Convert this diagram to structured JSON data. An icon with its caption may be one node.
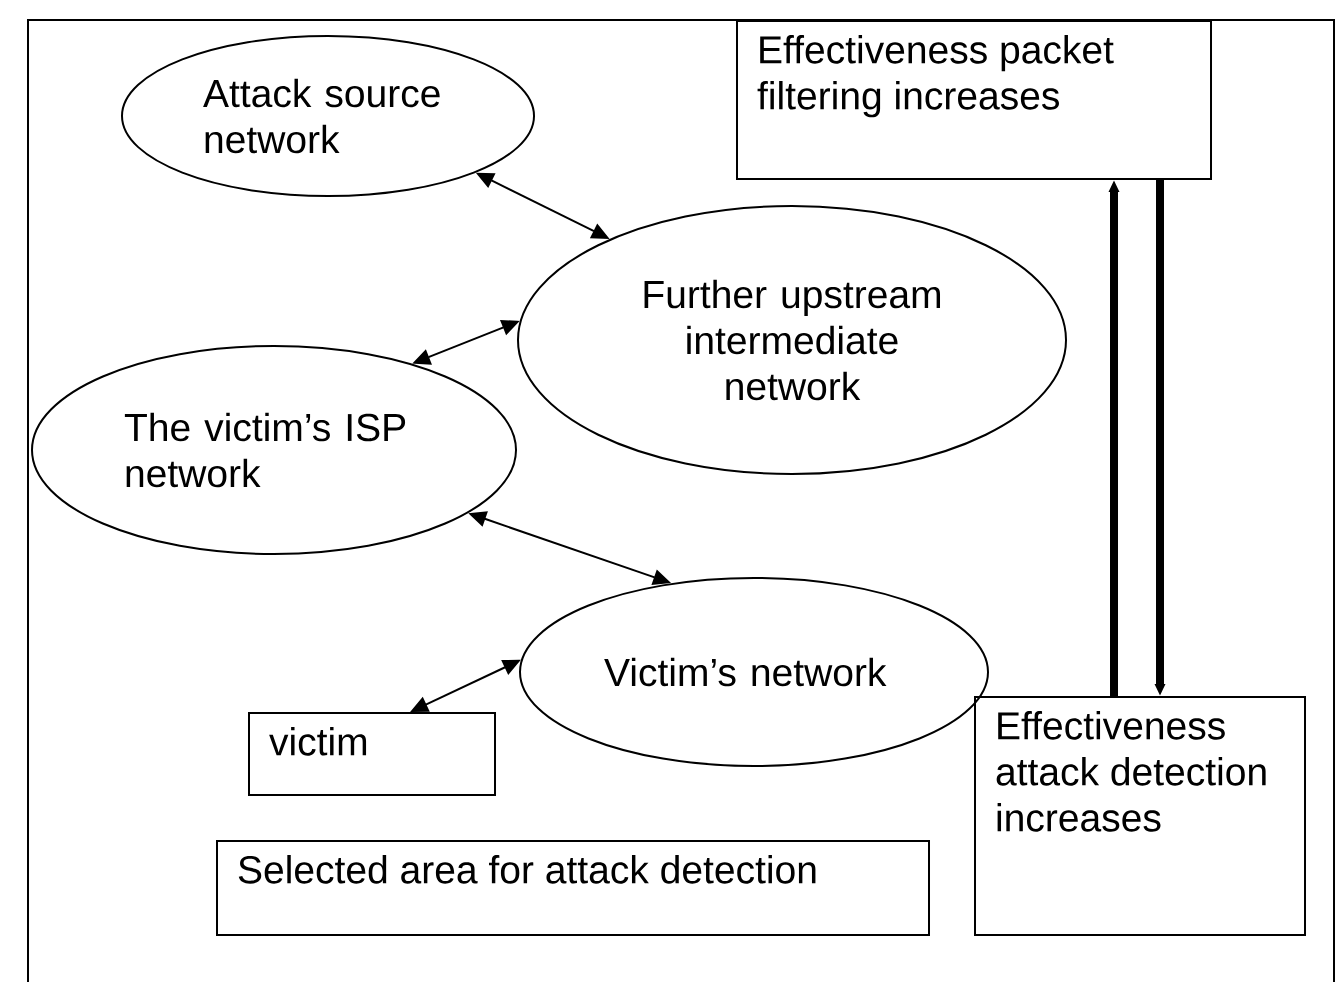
{
  "diagram": {
    "nodes": [
      {
        "text": [
          "Attack source network"
        ]
      },
      {
        "text": [
          "Further upstream intermediate network"
        ]
      },
      {
        "text": [
          "The victim’s ISP network"
        ]
      },
      {
        "text": [
          "Victim’s network"
        ]
      },
      {
        "text": [
          "victim"
        ]
      },
      {
        "text": [
          "Selected area for attack detection"
        ]
      },
      {
        "text": [
          "Effectiveness packet filtering increases"
        ]
      },
      {
        "text": [
          "Effectiveness attack detection increases"
        ]
      }
    ],
    "edges": [
      {
        "from": 0,
        "to": 1,
        "arrow": "both"
      },
      {
        "from": 2,
        "to": 1,
        "arrow": "both"
      },
      {
        "from": 2,
        "to": 3,
        "arrow": "both"
      },
      {
        "from": 4,
        "to": 3,
        "arrow": "both"
      },
      {
        "from": 7,
        "to": 6,
        "arrow": "to",
        "style": "thick"
      },
      {
        "from": 6,
        "to": 7,
        "arrow": "to",
        "style": "thick"
      }
    ]
  }
}
